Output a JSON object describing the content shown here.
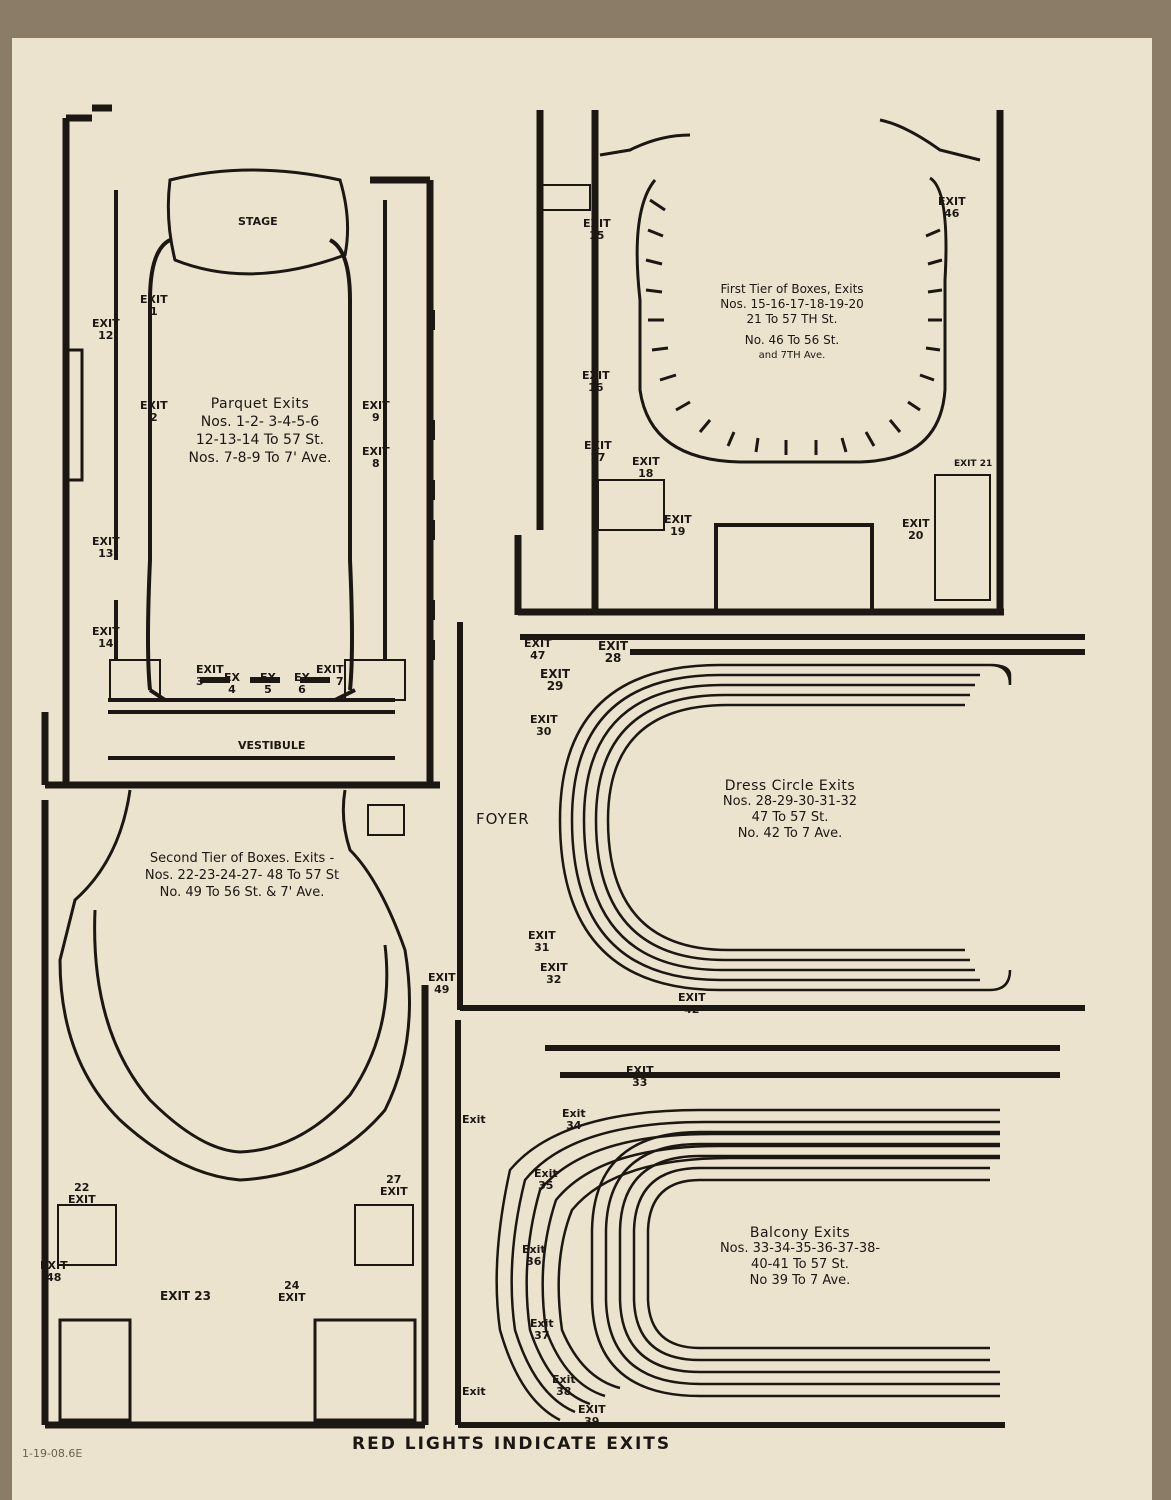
{
  "palette": {
    "ink": "#1c1712",
    "paper": "#ece3cf",
    "backing": "#8a7c66"
  },
  "rooms": {
    "stage": "STAGE",
    "vestibule": "VESTIBULE",
    "foyer": "FOYER"
  },
  "parquet": {
    "title": "Parquet Exits",
    "lines": [
      "Nos. 1-2- 3-4-5-6",
      "12-13-14 To 57 St.",
      "Nos. 7-8-9 To 7' Ave."
    ]
  },
  "first_tier": {
    "title": "First Tier of Boxes, Exits",
    "lines": [
      "Nos. 15-16-17-18-19-20",
      "21 To 57 TH St.",
      "No. 46 To 56 St.",
      "and 7TH Ave."
    ]
  },
  "second_tier": {
    "title": "Second Tier of Boxes. Exits -",
    "lines": [
      "Nos. 22-23-24-27- 48 To 57 St",
      "No. 49 To 56 St. & 7' Ave."
    ]
  },
  "dress_circle": {
    "title": "Dress Circle Exits",
    "lines": [
      "Nos. 28-29-30-31-32",
      "47 To 57 St.",
      "No. 42 To 7 Ave."
    ]
  },
  "balcony": {
    "title": "Balcony Exits",
    "lines": [
      "Nos. 33-34-35-36-37-38-",
      "40-41 To 57 St.",
      "No 39 To 7 Ave."
    ]
  },
  "exits": {
    "e1": "1",
    "e2": "2",
    "e3": "3",
    "e4": "4",
    "e5": "5",
    "e6": "6",
    "e7": "7",
    "e8": "8",
    "e9": "9",
    "e12": "12",
    "e13": "13",
    "e14": "14",
    "e15": "15",
    "e16": "16",
    "e17": "17",
    "e18": "18",
    "e19": "19",
    "e20": "20",
    "e21": "21",
    "e22": "22",
    "e23": "23",
    "e24": "24",
    "e27": "27",
    "e28": "28",
    "e29": "29",
    "e30": "30",
    "e31": "31",
    "e32": "32",
    "e33": "33",
    "e34": "34",
    "e35": "35",
    "e36": "36",
    "e37": "37",
    "e38": "38",
    "e39": "39",
    "e42": "42",
    "e46": "46",
    "e47": "47",
    "e48": "48",
    "e49": "49",
    "word": "EXIT",
    "abbr": "EX",
    "exit_lower": "Exit",
    "exit_upper": "EXIT"
  },
  "footer": "RED LIGHTS INDICATE EXITS",
  "archive_note": "1-19-08.6E"
}
